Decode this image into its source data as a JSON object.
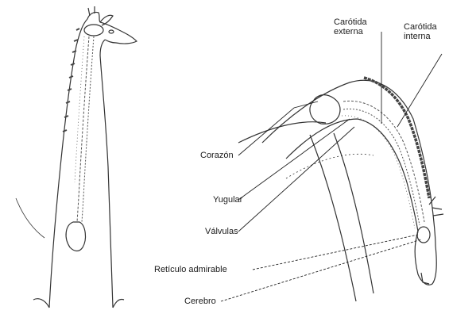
{
  "labels": {
    "carotida_externa": "Carótida externa",
    "carotida_interna": "Carótida interna",
    "corazon": "Corazón",
    "yugular": "Yugular",
    "valvulas": "Válvulas",
    "reticulo_admirable": "Retículo admirable",
    "cerebro": "Cerebro"
  },
  "colors": {
    "outline": "#333333",
    "vessel": "#555555",
    "leader": "#222222",
    "mane": "#444444"
  }
}
